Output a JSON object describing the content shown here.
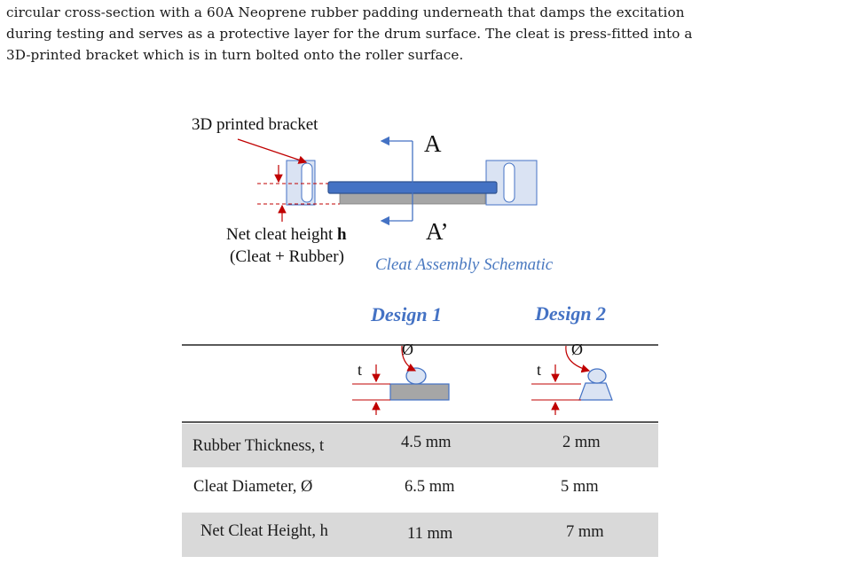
{
  "paragraph": {
    "lines": [
      "circular cross-section with a 60A Neoprene rubber padding underneath that damps the excitation",
      "during testing and serves as a protective layer for the drum surface. The cleat is press-fitted into a",
      "3D-printed bracket which is in turn bolted onto the roller surface."
    ]
  },
  "schematic": {
    "bracket_label": "3D printed bracket",
    "section_top": "A",
    "section_bottom": "A’",
    "net_height_prefix": "Net cleat height ",
    "net_height_symbol": "h",
    "net_height_note": "(Cleat + Rubber)",
    "caption": "Cleat Assembly Schematic"
  },
  "designs": {
    "design1": "Design 1",
    "design2": "Design 2",
    "thickness_symbol": "t",
    "diameter_symbol": "Ø"
  },
  "table": {
    "rows": [
      {
        "label": "Rubber Thickness, t",
        "design1": "4.5 mm",
        "design2": "2 mm"
      },
      {
        "label": "Cleat Diameter, Ø",
        "design1": "6.5 mm",
        "design2": "5 mm"
      },
      {
        "label": "Net Cleat Height, h",
        "design1": "11 mm",
        "design2": "7 mm"
      }
    ]
  },
  "colors": {
    "blue": "#4472c4",
    "light_blue": "#dae3f3",
    "gray": "#a6a6a6",
    "arrow_red": "#c00000",
    "table_shade": "#d9d9d9"
  }
}
